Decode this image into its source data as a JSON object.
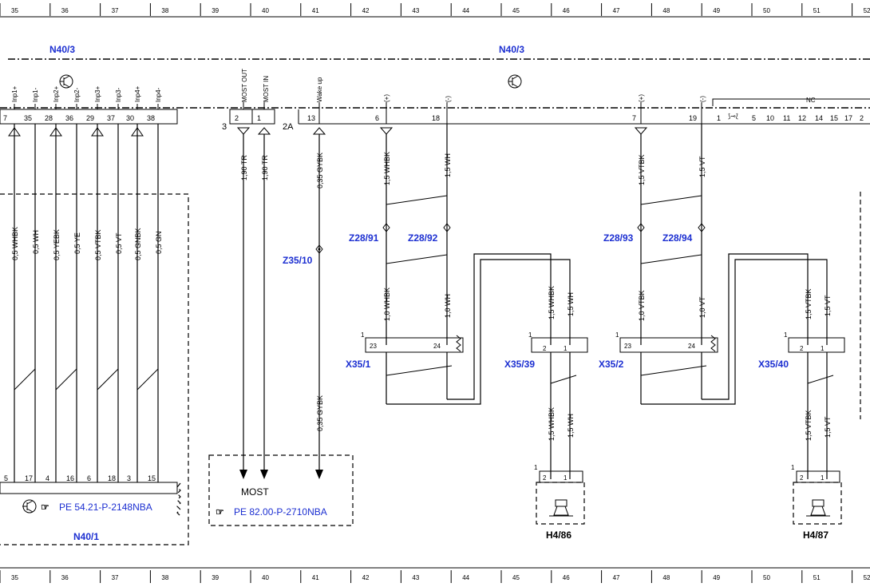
{
  "grid": {
    "columns": [
      "35",
      "36",
      "37",
      "38",
      "39",
      "40",
      "41",
      "42",
      "43",
      "44",
      "45",
      "46",
      "47",
      "48",
      "49",
      "50",
      "51",
      "52"
    ]
  },
  "components": {
    "n40_3_left": "N40/3",
    "n40_3_right": "N40/3",
    "n40_1": "N40/1",
    "most_label": "MOST"
  },
  "pin_labels": {
    "inp": [
      "Inp1+",
      "Inp1-",
      "Inp2+",
      "Inp2-",
      "Inp3+",
      "Inp3-",
      "Inp4+",
      "Inp4-"
    ],
    "most_out": "MOST OUT",
    "most_in": "MOST IN",
    "wake_up": "Wake up",
    "plus1": "(+)",
    "minus1": "(-)",
    "plus2": "(+)",
    "minus2": "(-)",
    "nc": "NC"
  },
  "pin_numbers": {
    "top_left": [
      "7",
      "35",
      "28",
      "36",
      "29",
      "37",
      "30",
      "38"
    ],
    "most_conn": "3",
    "most_p2": "2",
    "most_p1": "1",
    "conn_2a": "2A",
    "wake_pin": "13",
    "p6": "6",
    "p18": "18",
    "p7": "7",
    "p19": "19",
    "right_row": [
      "1",
      "5",
      "10",
      "11",
      "12",
      "14",
      "15",
      "17",
      "2"
    ],
    "bottom_left": [
      "5",
      "17",
      "4",
      "16",
      "6",
      "18",
      "3",
      "15"
    ]
  },
  "wires": {
    "left": [
      "0,5 WHBK",
      "0,5 WH",
      "0,5 YEBK",
      "0,5 YE",
      "0,5 VTBK",
      "0,5 VT",
      "0,5 GNBK",
      "0,5 GN"
    ],
    "most_tr1": "1,90 TR",
    "most_tr2": "1,90 TR",
    "gybk_top": "0,35 GYBK",
    "gybk_bot": "0,35 GYBK",
    "w1": "1,5 WHBK",
    "w2": "1,5 WH",
    "w3": "1,0 WHBK",
    "w4": "1,0 WH",
    "w5": "1,5 WHBK",
    "w6": "1,5 WH",
    "w7": "1,5 WHBK",
    "w8": "1,5 WH",
    "v1": "1,5 VTBK",
    "v2": "1,5 VT",
    "v3": "1,0 VTBK",
    "v4": "1,0 VT",
    "v5": "1,5 VTBK",
    "v6": "1,5 VT",
    "v7": "1,5 VTBK",
    "v8": "1,5 VT"
  },
  "splices": {
    "z28_91": "Z28/91",
    "z28_92": "Z28/92",
    "z28_93": "Z28/93",
    "z28_94": "Z28/94",
    "z35_10": "Z35/10"
  },
  "connectors": {
    "x35_1": "X35/1",
    "x35_39": "X35/39",
    "x35_2": "X35/2",
    "x35_40": "X35/40",
    "c23a": "23",
    "c24a": "24",
    "c23b": "23",
    "c24b": "24",
    "one": "1",
    "two": "2",
    "h4_86": "H4/86",
    "h4_87": "H4/87"
  },
  "references": {
    "ref1": "PE 54.21-P-2148NBA",
    "ref2": "PE 82.00-P-2710NBA"
  },
  "colors": {
    "link": "#1c2fd1",
    "line": "#000000"
  }
}
